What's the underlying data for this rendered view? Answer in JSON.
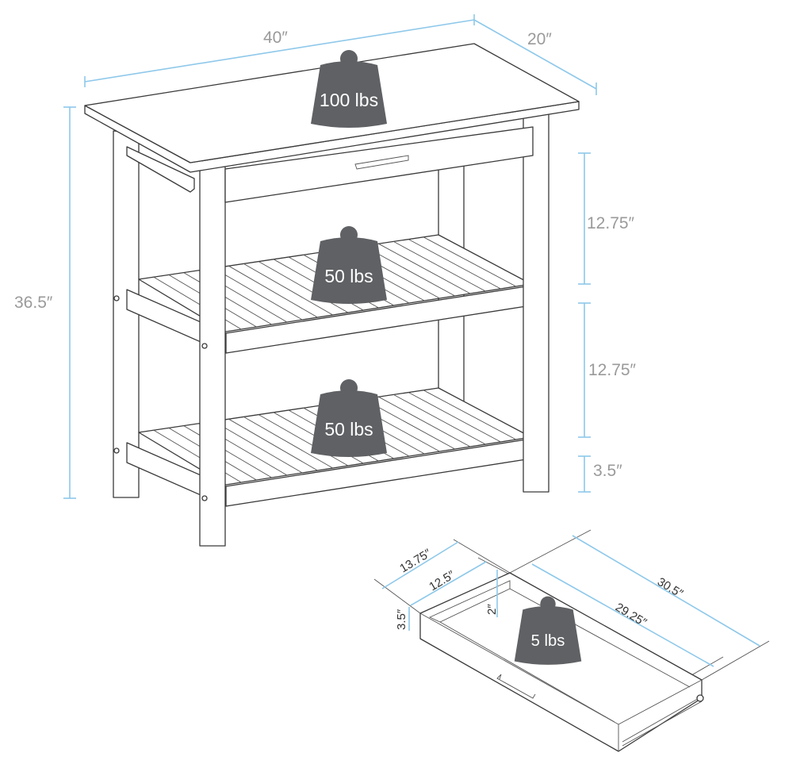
{
  "colors": {
    "dimension": "#8ec8ea",
    "weight": "#5f6164",
    "line": "#3a3a3a",
    "label": "#9a9a9a"
  },
  "table": {
    "width": "40″",
    "depth": "20″",
    "height": "36.5″",
    "gap_upper": "12.75″",
    "gap_lower": "12.75″",
    "leg_clearance": "3.5″"
  },
  "weights": {
    "top": "100 lbs",
    "middle_shelf": "50 lbs",
    "bottom_shelf": "50 lbs",
    "drawer": "5 lbs"
  },
  "drawer": {
    "outer_width": "13.75″",
    "inner_width": "12.5″",
    "height": "3.5″",
    "inner_depth": "2″",
    "outer_length": "30.5″",
    "inner_length": "29.25″"
  }
}
